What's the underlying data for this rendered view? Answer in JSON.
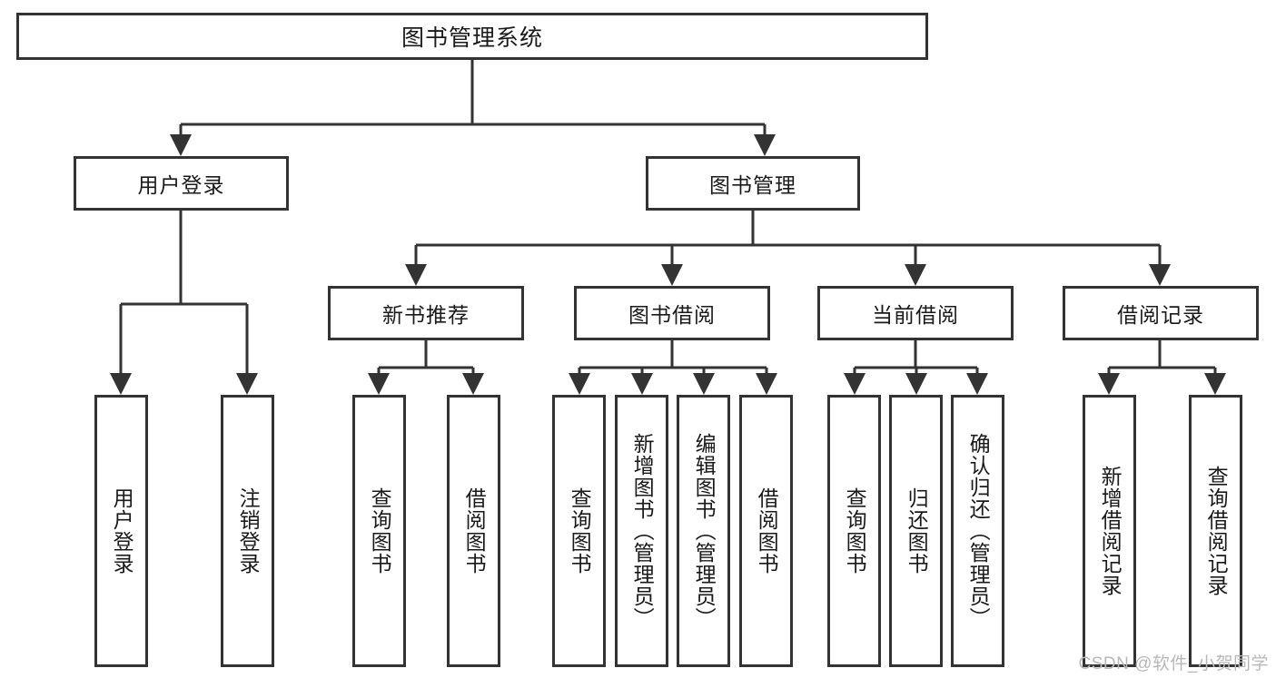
{
  "diagram": {
    "title": "图书管理系统",
    "type": "hierarchy-tree",
    "watermark": "CSDN @软件_小贺同学",
    "colors": {
      "stroke": "#333333",
      "fill": "#ffffff",
      "text": "#1a1a1a",
      "watermark": "#b8b8b8"
    },
    "levels": {
      "root": {
        "label": "图书管理系统"
      },
      "level2": [
        {
          "label": "用户登录"
        },
        {
          "label": "图书管理"
        }
      ],
      "level3": [
        {
          "label": "新书推荐"
        },
        {
          "label": "图书借阅"
        },
        {
          "label": "当前借阅"
        },
        {
          "label": "借阅记录"
        }
      ],
      "leaves": {
        "user_login": [
          {
            "label": "用户登录"
          },
          {
            "label": "注销登录"
          }
        ],
        "new_book_recommend": [
          {
            "label": "查询图书"
          },
          {
            "label": "借阅图书"
          }
        ],
        "book_borrow": [
          {
            "label": "查询图书"
          },
          {
            "label": "新增图书（管理员）"
          },
          {
            "label": "编辑图书（管理员）"
          },
          {
            "label": "借阅图书"
          }
        ],
        "current_borrow": [
          {
            "label": "查询图书"
          },
          {
            "label": "归还图书"
          },
          {
            "label": "确认归还（管理员）"
          }
        ],
        "borrow_record": [
          {
            "label": "新增借阅记录"
          },
          {
            "label": "查询借阅记录"
          }
        ]
      }
    }
  }
}
